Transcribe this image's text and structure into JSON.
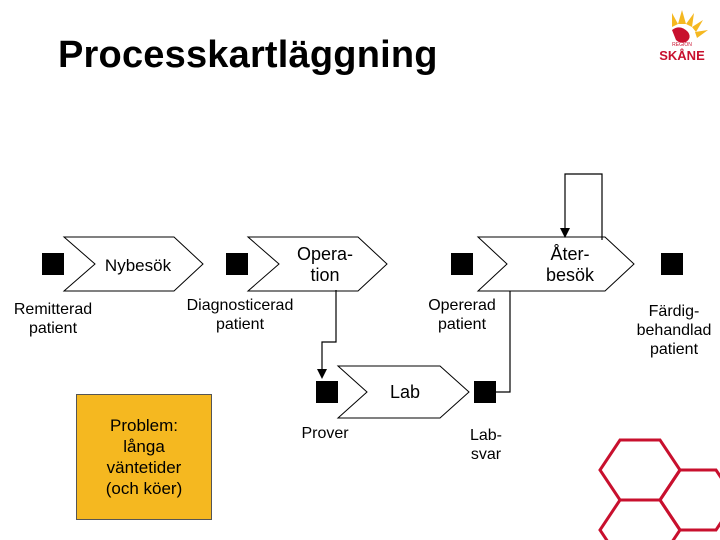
{
  "title": "Processkartläggning",
  "logo": {
    "region": "REGION",
    "name": "SKÅNE",
    "accent": "#f5b820",
    "brand": "#c8102e"
  },
  "colors": {
    "problem_fill": "#f5b820",
    "hexagon_stroke": "#c8102e"
  },
  "steps": {
    "nybesok": "Nybesök",
    "operation_1": "Opera-",
    "operation_2": "tion",
    "aterbesok_1": "Åter-",
    "aterbesok_2": "besök",
    "lab": "Lab"
  },
  "states": {
    "remitterad_1": "Remitterad",
    "remitterad_2": "patient",
    "diagnosticerad_1": "Diagnosticerad",
    "diagnosticerad_2": "patient",
    "opererad_1": "Opererad",
    "opererad_2": "patient",
    "fardig_1": "Färdig-",
    "fardig_2": "behandlad",
    "fardig_3": "patient",
    "prover": "Prover",
    "labsvar_1": "Lab-",
    "labsvar_2": "svar"
  },
  "problem": {
    "line1": "Problem:",
    "line2": "långa",
    "line3": "väntetider",
    "line4": "(och köer)"
  }
}
